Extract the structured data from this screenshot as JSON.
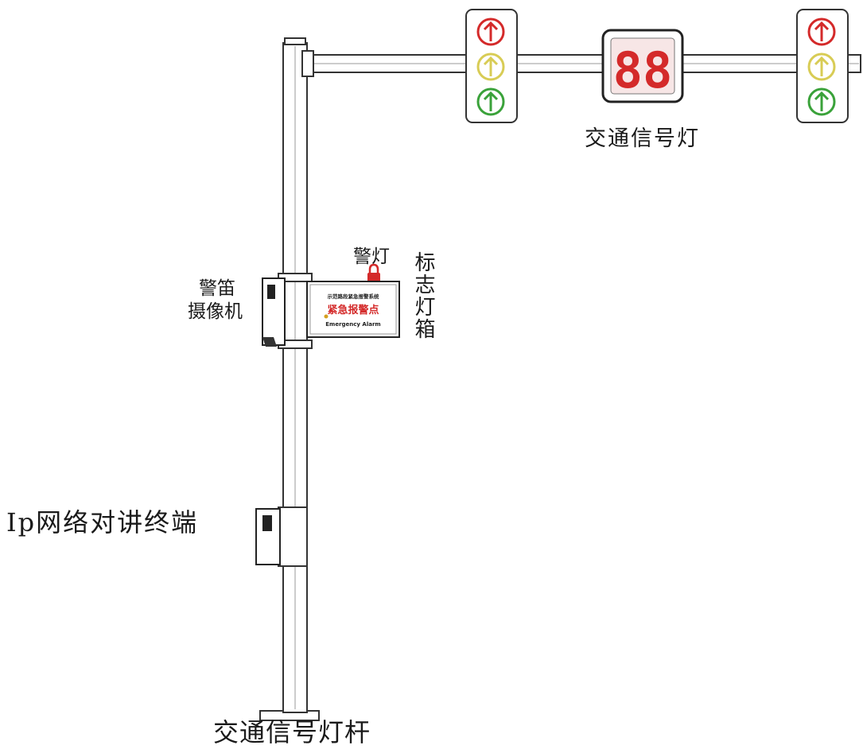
{
  "labels": {
    "traffic_signal": "交通信号灯",
    "warning_light": "警灯",
    "sign_light_box": "标志灯箱",
    "siren": "警笛",
    "camera": "摄像机",
    "ip_intercom": "Ip网络对讲终端",
    "signal_pole": "交通信号灯杆"
  },
  "sign_box": {
    "line1": "示范路段紧急报警系统",
    "line2": "紧急报警点",
    "line3": "Emergency Alarm"
  },
  "countdown_display": "88",
  "colors": {
    "red": "#d42a2a",
    "yellow": "#e8e08a",
    "green": "#3aa23a",
    "outline": "#333333",
    "led": "#d42a2a"
  }
}
